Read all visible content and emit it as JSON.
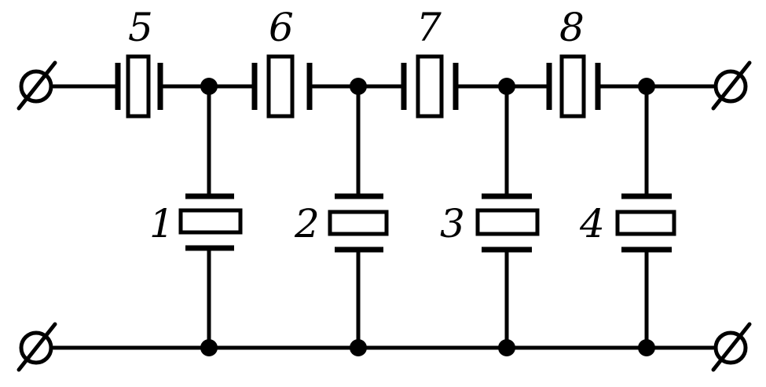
{
  "labels": {
    "series_5": "5",
    "series_6": "6",
    "series_7": "7",
    "series_8": "8",
    "shunt_1": "1",
    "shunt_2": "2",
    "shunt_3": "3",
    "shunt_4": "4"
  }
}
